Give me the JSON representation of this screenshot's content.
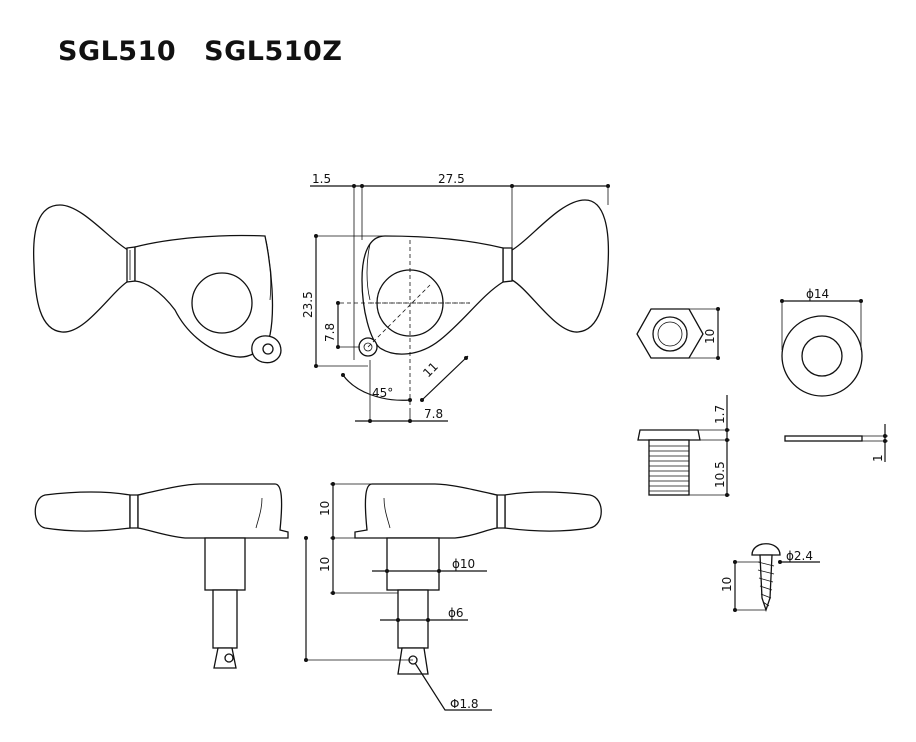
{
  "title": {
    "model_a": "SGL510",
    "model_b": "SGL510Z"
  },
  "dimensions": {
    "gap": "1.5",
    "overall_width": "27.5",
    "height": "23.5",
    "post_offset": "7.8",
    "horizontal_offset": "7.8",
    "diagonal": "11",
    "angle": "45°",
    "nut_width": "10",
    "washer_diameter": "ϕ14",
    "bushing_head": "1.7",
    "bushing_length": "10.5",
    "washer_thickness": "1",
    "screw_head": "ϕ2.4",
    "screw_length": "10",
    "housing_height": "10",
    "post_length": "10",
    "post_base_diameter": "ϕ10",
    "post_diameter": "ϕ6",
    "string_hole": "Φ1.8"
  },
  "colors": {
    "ink": "#111111",
    "paper": "#ffffff"
  }
}
